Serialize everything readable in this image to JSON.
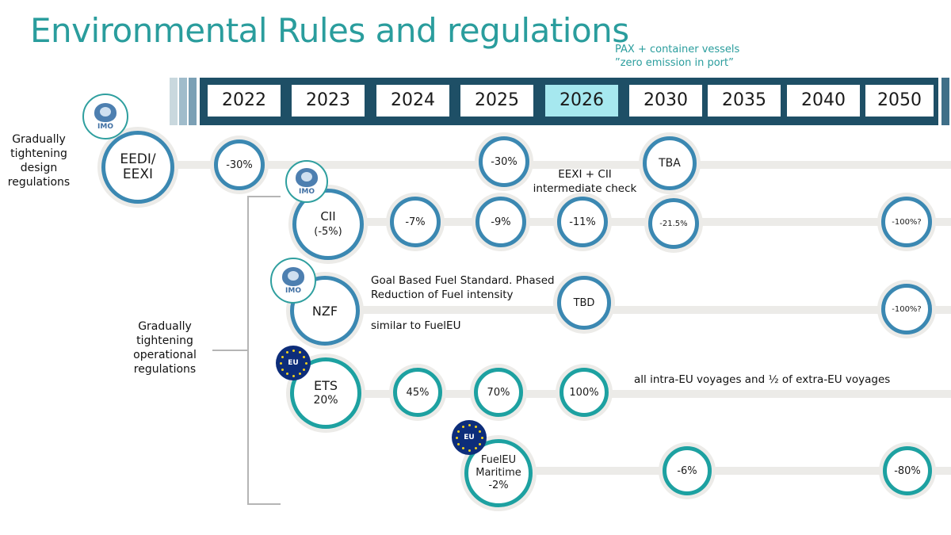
{
  "title": "Environmental Rules and regulations",
  "note": {
    "line1": "PAX + container vessels",
    "line2": "”zero emission in port”"
  },
  "years": [
    "2022",
    "2023",
    "2024",
    "2025",
    "2026",
    "2030",
    "2035",
    "2040",
    "2050"
  ],
  "highlighted_year": "2026",
  "side_labels": {
    "design": [
      "Gradually",
      "tightening",
      "design",
      "regulations"
    ],
    "operational": [
      "Gradually",
      "tightening",
      "operational",
      "regulations"
    ]
  },
  "logos": {
    "imo": "IMO",
    "eu": "EU"
  },
  "eedi": {
    "label_line1": "EEDI/",
    "label_line2": "EEXI",
    "steps": [
      "-30%",
      "-30%",
      "TBA"
    ],
    "note_line1": "EEXI + CII",
    "note_line2": "intermediate check"
  },
  "cii": {
    "label_line1": "CII",
    "label_line2": "(-5%)",
    "steps": [
      "-7%",
      "-9%",
      "-11%",
      "-21.5%",
      "-100%?"
    ]
  },
  "nzf": {
    "label": "NZF",
    "steps": [
      "TBD",
      "-100%?"
    ],
    "note_line1": "Goal Based Fuel Standard. Phased",
    "note_line2": "Reduction of Fuel intensity",
    "note_line3": "similar to FuelEU"
  },
  "ets": {
    "label_line1": "ETS",
    "label_line2": "20%",
    "steps": [
      "45%",
      "70%",
      "100%"
    ],
    "note": "all intra-EU voyages and ½ of extra-EU voyages"
  },
  "fueleu": {
    "label_line1": "FuelEU",
    "label_line2": "Maritime",
    "label_line3": "-2%",
    "steps": [
      "-6%",
      "-80%"
    ]
  },
  "colors": {
    "title": "#2a9d9d",
    "year_bar": "#1e4f66",
    "highlight": "#a6e8ef",
    "imo_ring": "#3b88b2",
    "eu_ring": "#1da1a1",
    "eu_flag": "#0d2d7a"
  }
}
